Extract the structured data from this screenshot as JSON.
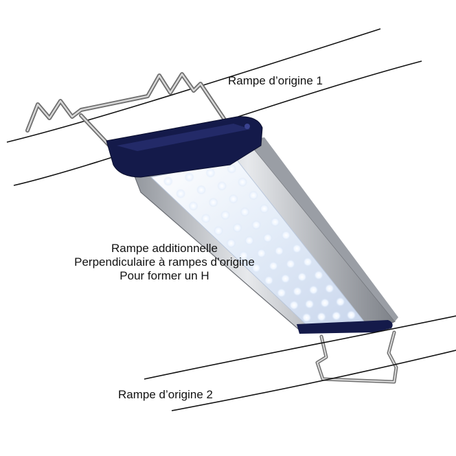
{
  "labels": {
    "rampe1": "Rampe d’origine 1",
    "rampe2": "Rampe d’origine 2",
    "center": {
      "line1": "Rampe additionnelle",
      "line2": "Perpendiculaire à rampes d’origine",
      "line3": "Pour former un H"
    }
  },
  "colors": {
    "background": "#ffffff",
    "line": "#111111",
    "end_cap": "#141a4a",
    "housing": "#b9bcc2",
    "led_panel": "#dfe9f7",
    "bracket": "#a8a8a8"
  }
}
